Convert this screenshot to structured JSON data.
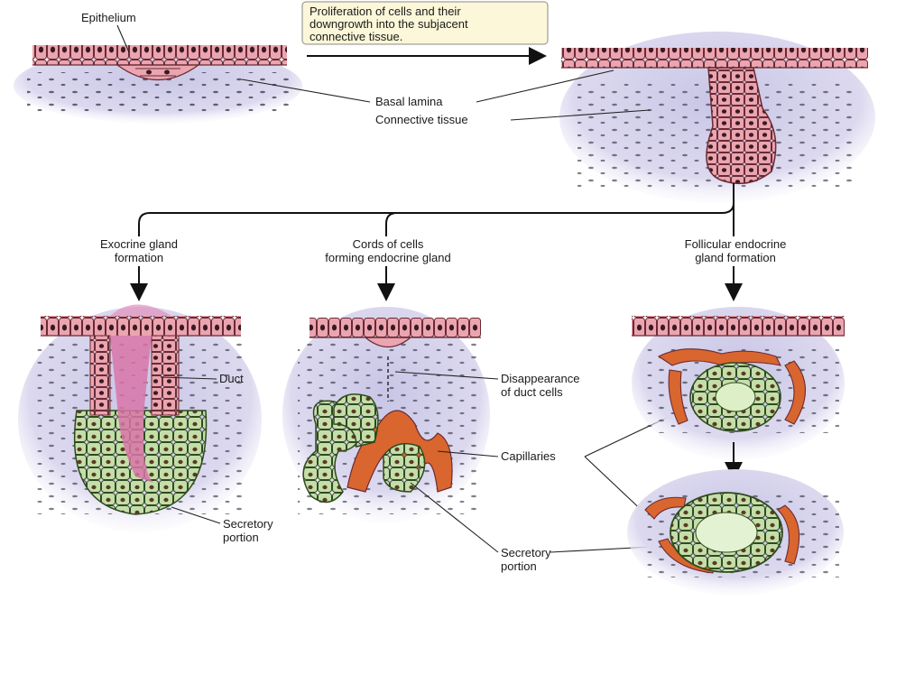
{
  "caption": {
    "line1": "Proliferation of cells and their",
    "line2": "downgrowth into the subjacent",
    "line3": "connective tissue."
  },
  "labels": {
    "epithelium": "Epithelium",
    "basal_lamina": "Basal lamina",
    "connective_tissue": "Connective tissue",
    "exocrine_1": "Exocrine gland",
    "exocrine_2": "formation",
    "cords_1": "Cords of cells",
    "cords_2": "forming endocrine gland",
    "follicular_1": "Follicular endocrine",
    "follicular_2": "gland formation",
    "duct": "Duct",
    "disappearance_1": "Disappearance",
    "disappearance_2": "of duct cells",
    "capillaries": "Capillaries",
    "secretory_left_1": "Secretory",
    "secretory_left_2": "portion",
    "secretory_mid_1": "Secretory",
    "secretory_mid_2": "portion"
  },
  "colors": {
    "epithelium_pink": "#e9a3ae",
    "cell_border": "#6b2a33",
    "connective_lavender": "#d8d4ec",
    "secretory_green": "#c4deaa",
    "capillary_orange": "#d9662f",
    "duct_lumen_magenta": "#d876a8"
  }
}
